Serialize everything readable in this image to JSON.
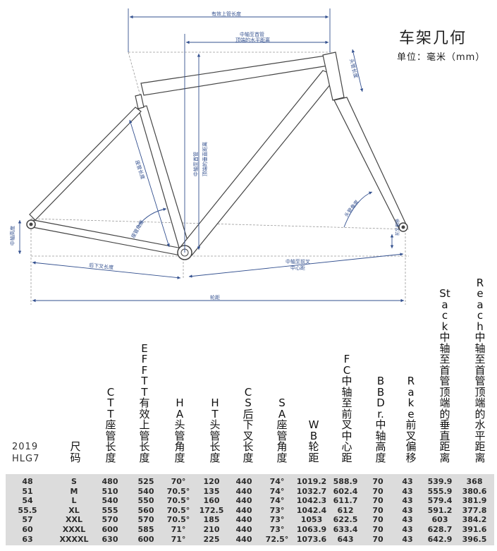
{
  "title": "车架几何",
  "unit": "单位：毫米（mm）",
  "diagram_labels": {
    "effective_top_tube": "有效上管长度",
    "reach_line1": "中轴至首管",
    "reach_line2": "顶端的水平距离",
    "stack_line1": "中轴至首管",
    "stack_line2": "顶端的垂直距离",
    "head_tube_length": "头管长度",
    "seat_tube_length": "座管长度",
    "seat_angle": "座管角度",
    "head_angle": "头管角度",
    "bb_drop": "中轴高度",
    "chainstay": "后下叉长度",
    "front_center_line1": "中轴至前叉",
    "front_center_line2": "中心距",
    "wheelbase": "轮距",
    "fork_offset": "前叉偏移"
  },
  "table": {
    "model": [
      "2019",
      "HLG7"
    ],
    "headers": [
      {
        "key": "size",
        "text": "尺码"
      },
      {
        "key": "ct",
        "text": "CTT座管长度"
      },
      {
        "key": "eftt",
        "text": "EFFTT有效上管长度"
      },
      {
        "key": "ha",
        "text": "HA头管角度"
      },
      {
        "key": "ht",
        "text": "HT头管长度"
      },
      {
        "key": "cs",
        "text": "CS后下叉长度"
      },
      {
        "key": "sa",
        "text": "SA座管角度"
      },
      {
        "key": "wb",
        "text": "WB轮距"
      },
      {
        "key": "fc",
        "text": "FC中轴至前叉中心距"
      },
      {
        "key": "bbd",
        "text": "BBDr.中轴高度"
      },
      {
        "key": "rake",
        "text": "Rake前叉偏移"
      },
      {
        "key": "stack",
        "text": "Stack中轴至首管顶端的垂直距离"
      },
      {
        "key": "reach",
        "text": "Reach中轴至首管顶端的水平距离"
      }
    ],
    "rows": [
      [
        "48",
        "S",
        "480",
        "525",
        "70°",
        "120",
        "440",
        "74°",
        "1019.2",
        "588.9",
        "70",
        "43",
        "539.9",
        "368"
      ],
      [
        "51",
        "M",
        "510",
        "540",
        "70.5°",
        "135",
        "440",
        "74°",
        "1032.7",
        "602.4",
        "70",
        "43",
        "555.9",
        "380.6"
      ],
      [
        "54",
        "L",
        "540",
        "550",
        "70.5°",
        "160",
        "440",
        "74°",
        "1042.3",
        "611.7",
        "70",
        "43",
        "579.4",
        "381.9"
      ],
      [
        "55.5",
        "XL",
        "555",
        "560",
        "70.5°",
        "172.5",
        "440",
        "73°",
        "1042.4",
        "612",
        "70",
        "43",
        "591.2",
        "377.8"
      ],
      [
        "57",
        "XXL",
        "570",
        "570",
        "70.5°",
        "185",
        "440",
        "73°",
        "1053",
        "622.5",
        "70",
        "43",
        "603",
        "384.2"
      ],
      [
        "60",
        "XXXL",
        "600",
        "585",
        "71°",
        "210",
        "440",
        "73°",
        "1063.9",
        "633.4",
        "70",
        "43",
        "628.7",
        "391.6"
      ],
      [
        "63",
        "XXXXL",
        "630",
        "600",
        "71°",
        "225",
        "440",
        "72.5°",
        "1073.6",
        "643",
        "70",
        "43",
        "642.9",
        "396.5"
      ]
    ]
  }
}
